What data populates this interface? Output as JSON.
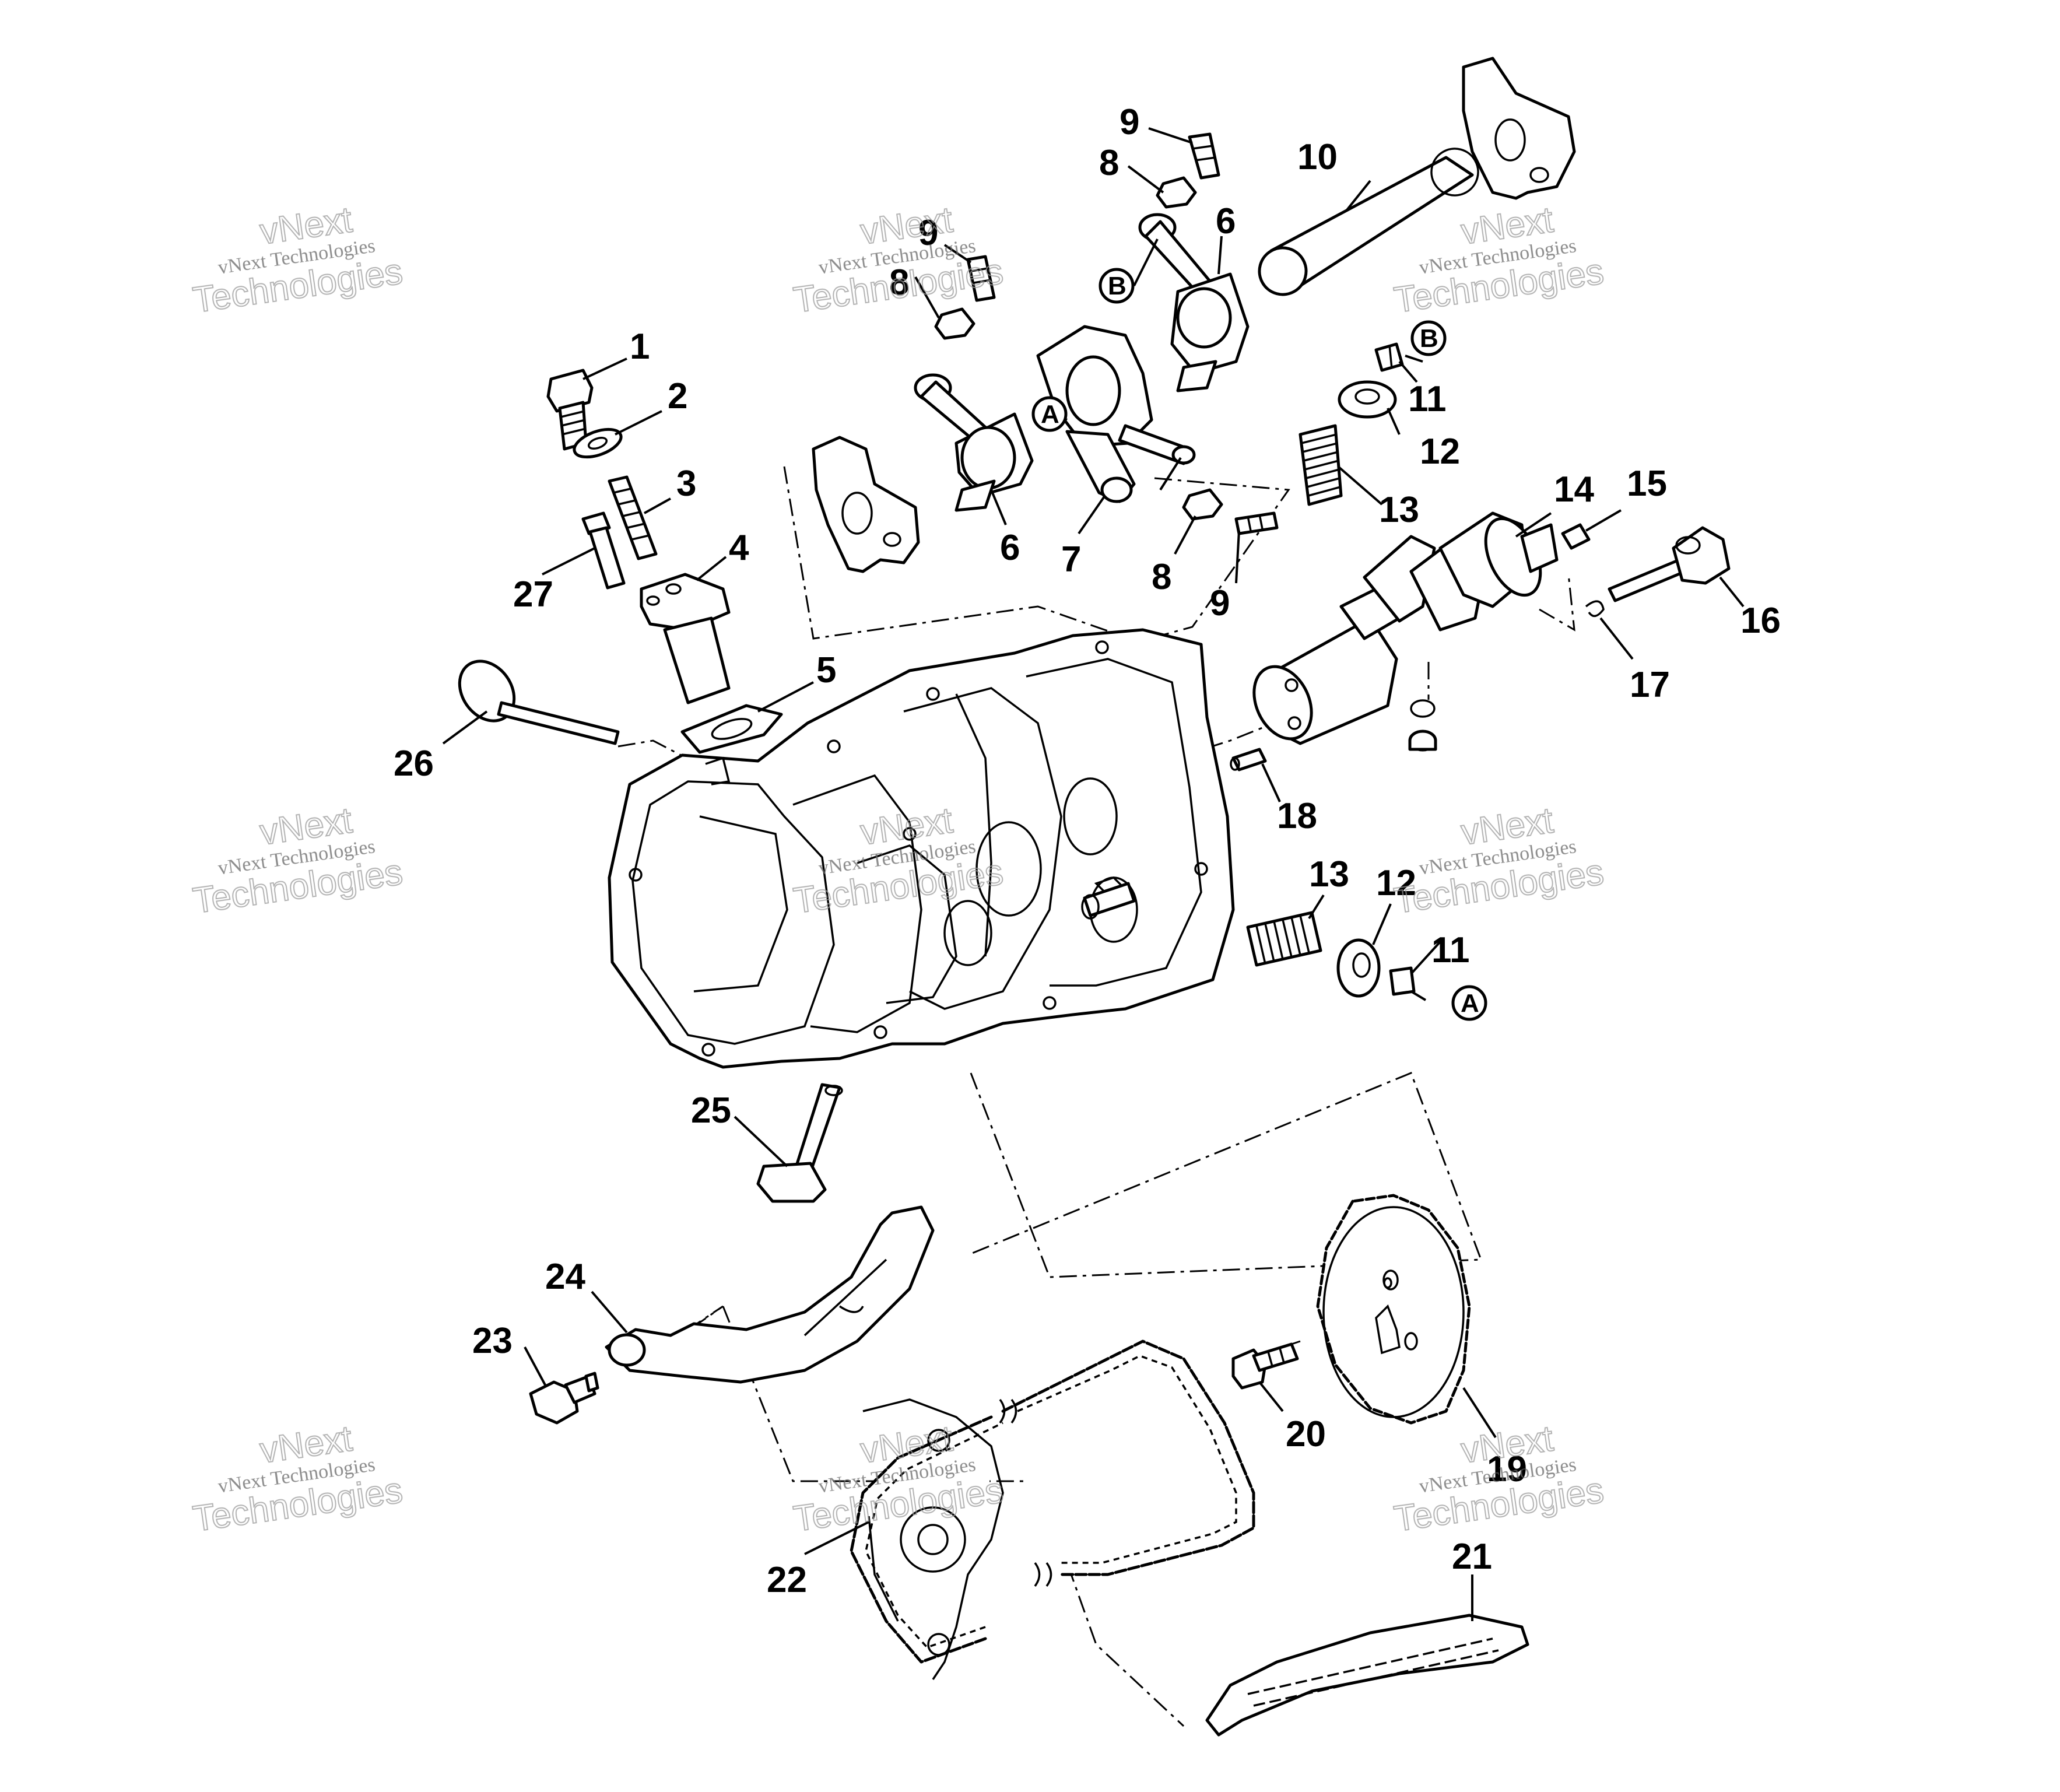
{
  "callouts": [
    {
      "id": "1",
      "label": "1"
    },
    {
      "id": "2",
      "label": "2"
    },
    {
      "id": "3",
      "label": "3"
    },
    {
      "id": "4",
      "label": "4"
    },
    {
      "id": "5",
      "label": "5"
    },
    {
      "id": "6a",
      "label": "6"
    },
    {
      "id": "6b",
      "label": "6"
    },
    {
      "id": "7",
      "label": "7"
    },
    {
      "id": "8a",
      "label": "8"
    },
    {
      "id": "8b",
      "label": "8"
    },
    {
      "id": "8c",
      "label": "8"
    },
    {
      "id": "9a",
      "label": "9"
    },
    {
      "id": "9b",
      "label": "9"
    },
    {
      "id": "9c",
      "label": "9"
    },
    {
      "id": "10",
      "label": "10"
    },
    {
      "id": "11a",
      "label": "11"
    },
    {
      "id": "11b",
      "label": "11"
    },
    {
      "id": "12a",
      "label": "12"
    },
    {
      "id": "12b",
      "label": "12"
    },
    {
      "id": "13a",
      "label": "13"
    },
    {
      "id": "13b",
      "label": "13"
    },
    {
      "id": "14",
      "label": "14"
    },
    {
      "id": "15",
      "label": "15"
    },
    {
      "id": "16",
      "label": "16"
    },
    {
      "id": "17",
      "label": "17"
    },
    {
      "id": "18",
      "label": "18"
    },
    {
      "id": "19",
      "label": "19"
    },
    {
      "id": "20",
      "label": "20"
    },
    {
      "id": "21",
      "label": "21"
    },
    {
      "id": "22",
      "label": "22"
    },
    {
      "id": "23",
      "label": "23"
    },
    {
      "id": "24",
      "label": "24"
    },
    {
      "id": "25",
      "label": "25"
    },
    {
      "id": "26",
      "label": "26"
    },
    {
      "id": "27",
      "label": "27"
    }
  ],
  "reference_markers": [
    {
      "id": "A1",
      "label": "A"
    },
    {
      "id": "A2",
      "label": "A"
    },
    {
      "id": "B1",
      "label": "B"
    },
    {
      "id": "B2",
      "label": "B"
    }
  ],
  "watermark": {
    "line1": "vNext Technologies",
    "line2": "vNext",
    "line3": "Technologies"
  }
}
